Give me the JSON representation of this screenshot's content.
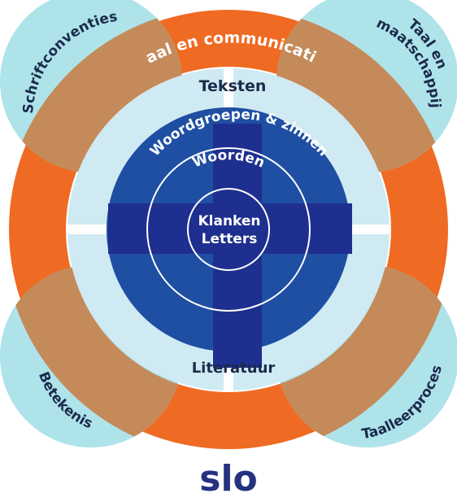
{
  "diagram": {
    "outer_ring_label": "Taal en communicatie",
    "corner_labels": {
      "top_left": "Schriftconventies",
      "top_right_line1": "Taal en",
      "top_right_line2": "maatschappij",
      "bottom_left": "Betekenis",
      "bottom_right": "Taalleerproces"
    },
    "ring_labels": {
      "teksten": "Teksten",
      "literatuur": "Literatuur",
      "woordgroepen": "Woordgroepen & zinnen",
      "woorden": "Woorden"
    },
    "center_labels": {
      "line1": "Klanken",
      "line2": "Letters"
    },
    "logo_text": "slo",
    "colors": {
      "orange": "#ef6a22",
      "tan": "#c58a5a",
      "light_blue": "#aee3ea",
      "pale_blue": "#cfeaf2",
      "mid_blue": "#1f4fa3",
      "dark_blue": "#1e2f8f",
      "logo": "#253280"
    }
  }
}
